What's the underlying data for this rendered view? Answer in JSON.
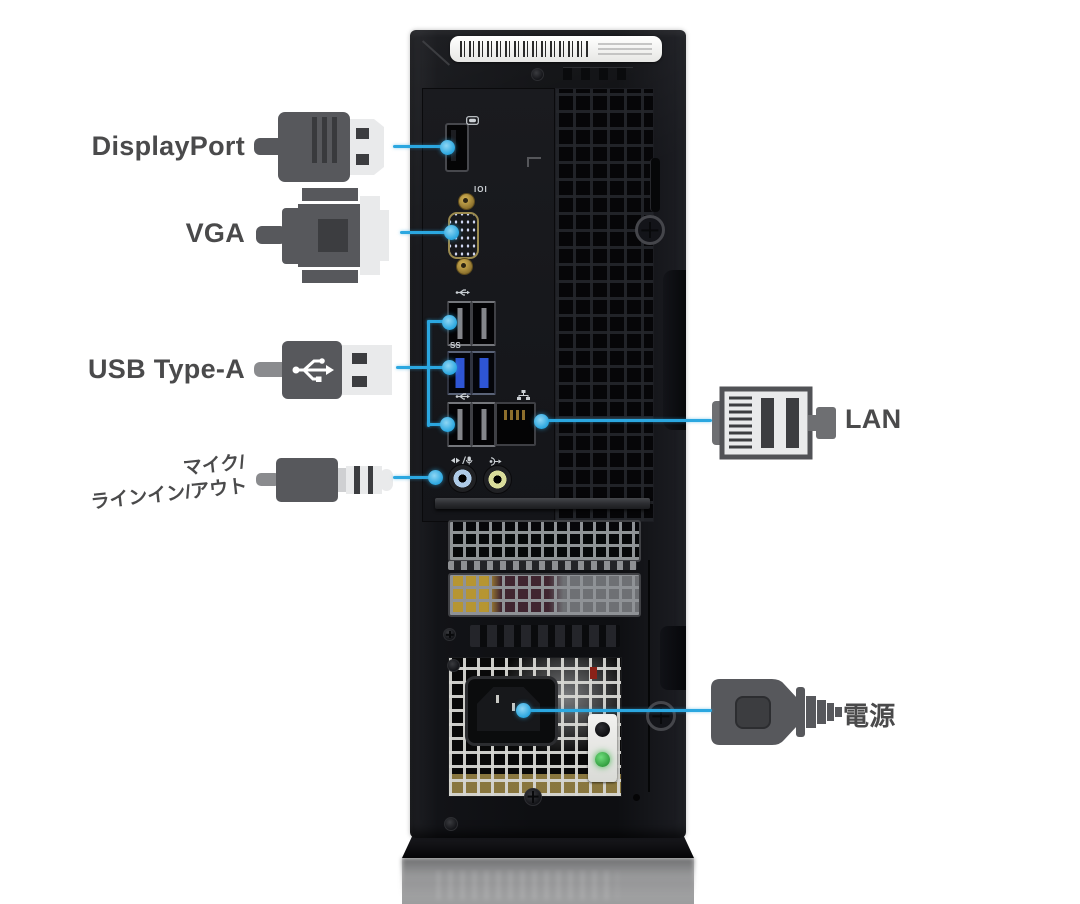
{
  "colors": {
    "background": "#ffffff",
    "callout_blue": "#2ba7e0",
    "label_text": "#4a4a4b",
    "connector_gray": "#57585c",
    "connector_light": "#e9eaeb",
    "tower_black": "#121317",
    "vga_port_blue": "#3b55b5",
    "usb3_blue": "#2e55d4",
    "audio_in_ring_blue": "#aecbe8",
    "audio_out_ring_yellow": "#d9dc9a",
    "power_led_green": "#3cb54a",
    "psu_grid_white": "#d6d6d2",
    "slot_metal_silver": "#8f9296",
    "vga_screw_gold": "#c3a344"
  },
  "callouts": {
    "displayport": {
      "label": "DisplayPort"
    },
    "vga": {
      "label": "VGA"
    },
    "usb": {
      "label": "USB Type-A"
    },
    "audio": {
      "label_line1": "マイク/",
      "label_line2": "ラインイン/アウト"
    },
    "lan": {
      "label": "LAN"
    },
    "power": {
      "label": "電源"
    }
  },
  "panel_markings": {
    "vga_glyph": "IOI",
    "usb3_glyph": "SS"
  },
  "icons": {
    "displayport_plug": "displayport-cable-plug",
    "vga_plug": "vga-cable-plug",
    "usb_plug": "usb-a-cable-plug",
    "audio_plug": "minijack-cable-plug",
    "lan_plug": "rj45-cable-plug",
    "power_plug": "iec-c13-power-plug",
    "usb_port_marking": "usb-trident",
    "network_port_marking": "network-nodes",
    "audio_in_marking": "mic-line-in-arrows",
    "audio_out_marking": "line-out-arrow",
    "dp_port_marking": "displayport-logo",
    "barcode_sticker": "barcode",
    "power_led": "green-led",
    "security_slot": "padlock-slot"
  }
}
